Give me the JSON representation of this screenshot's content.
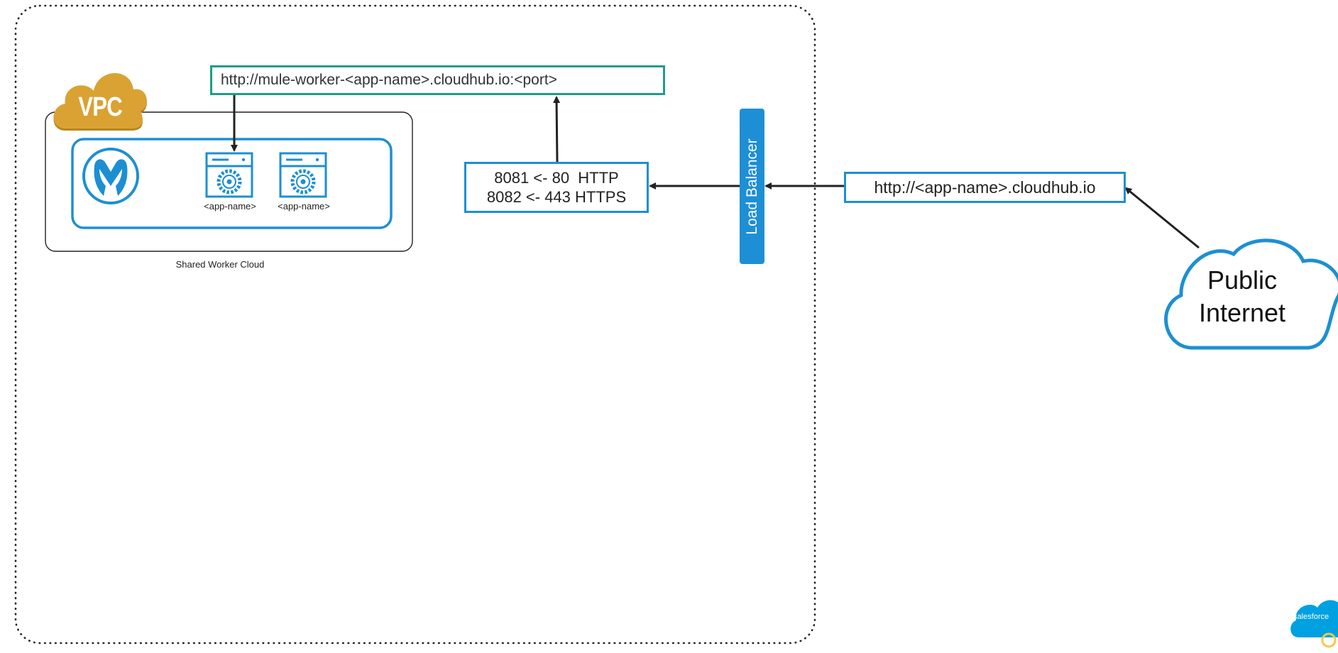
{
  "diagram": {
    "vpc_label": "VPC",
    "worker_url": "http://mule-worker-<app-name>.cloudhub.io:<port>",
    "apps": [
      "<app-name>",
      "<app-name>"
    ],
    "shared_worker_cloud_label": "Shared Worker Cloud",
    "port_mapping": [
      "8081 <- 80  HTTP",
      "8082 <- 443 HTTPS"
    ],
    "load_balancer_label": "Load Balancer",
    "public_url": "http://<app-name>.cloudhub.io",
    "internet_label": [
      "Public",
      "Internet"
    ],
    "salesforce_logo_text": "salesforce"
  },
  "colors": {
    "accent_blue": "#1c8fd4",
    "teal": "#1f9c8a",
    "vpc_gold": "#d9a233",
    "arrow": "#222222",
    "salesforce_blue": "#00a1e0"
  },
  "icons": [
    "vpc-cloud-icon",
    "mulesoft-logo-icon",
    "app-server-icon",
    "public-internet-cloud-icon",
    "salesforce-logo-icon"
  ]
}
